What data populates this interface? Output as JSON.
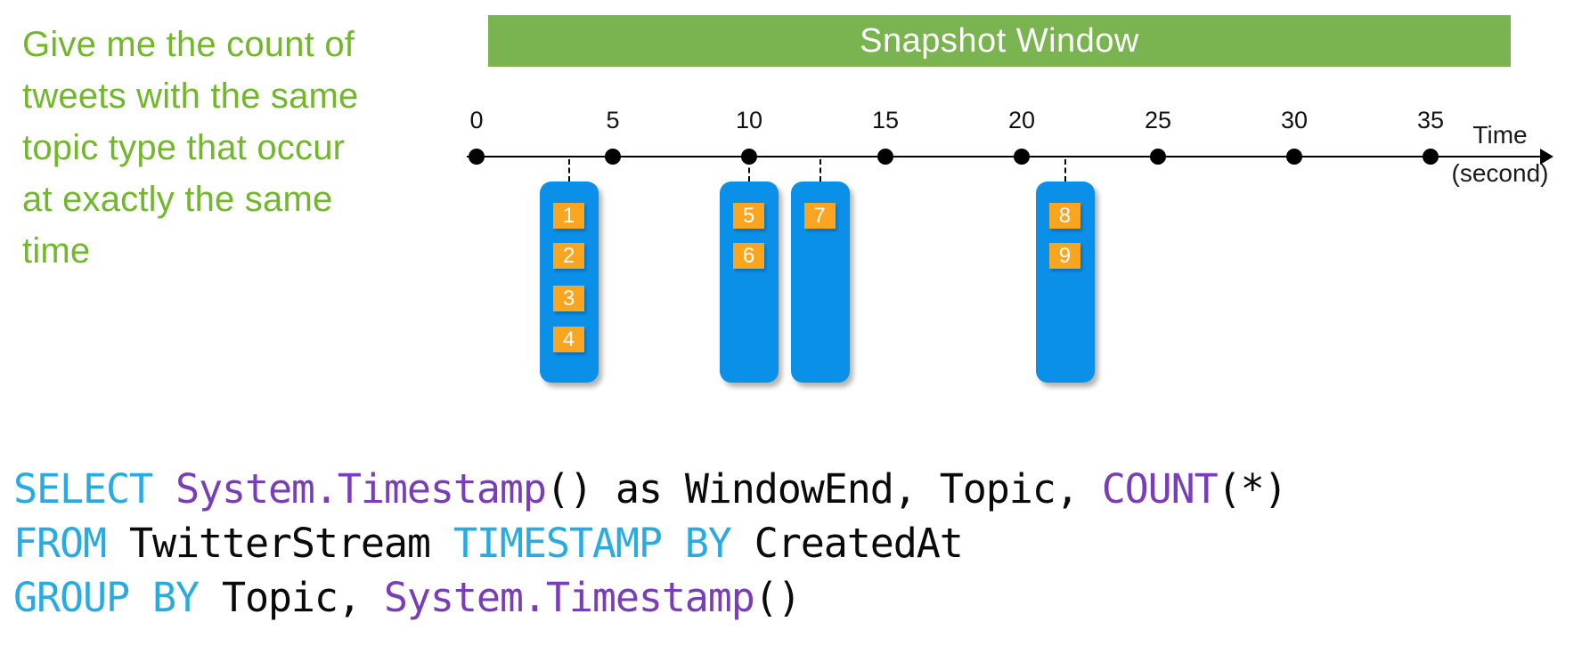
{
  "palette": {
    "prompt_green": "#72B72A",
    "banner_green": "#7AB450",
    "banner_text": "#FFFFFF",
    "event_blue": "#0B90E9",
    "badge_orange": "#F9A51F",
    "badge_text": "#FFFFFF",
    "axis_black": "#000000",
    "code_keyword_cyan": "#29ABE2",
    "code_function_purple": "#7A3DB8",
    "code_plain": "#0A0A0A"
  },
  "prompt": {
    "lines": [
      "Give me the count of",
      "tweets with the same",
      "topic type that occur",
      "at exactly the same",
      "time"
    ]
  },
  "banner": {
    "label": "Snapshot Window"
  },
  "timeline": {
    "tick_labels": [
      "0",
      "5",
      "10",
      "15",
      "20",
      "25",
      "30",
      "35"
    ],
    "tick_seconds": [
      0,
      5,
      10,
      15,
      20,
      25,
      30,
      35
    ],
    "axis_label_line1": "Time",
    "axis_label_line2": "(second)"
  },
  "events": {
    "groups": [
      {
        "name": "event-group-1",
        "time_sec": 3.4,
        "badges": [
          "1",
          "2",
          "3",
          "4"
        ]
      },
      {
        "name": "event-group-2",
        "time_sec": 10,
        "badges": [
          "5",
          "6"
        ]
      },
      {
        "name": "event-group-3",
        "time_sec": 12.6,
        "badges": [
          "7"
        ]
      },
      {
        "name": "event-group-4",
        "time_sec": 21.6,
        "badges": [
          "8",
          "9"
        ]
      }
    ]
  },
  "code": {
    "lines": [
      [
        {
          "text": "SELECT",
          "type": "keyword"
        },
        {
          "text": " ",
          "type": "plain"
        },
        {
          "text": "System.Timestamp",
          "type": "function"
        },
        {
          "text": "() as WindowEnd, Topic, ",
          "type": "plain"
        },
        {
          "text": "COUNT",
          "type": "function"
        },
        {
          "text": "(*)",
          "type": "plain"
        }
      ],
      [
        {
          "text": "FROM",
          "type": "keyword"
        },
        {
          "text": " TwitterStream ",
          "type": "plain"
        },
        {
          "text": "TIMESTAMP BY",
          "type": "keyword"
        },
        {
          "text": " CreatedAt",
          "type": "plain"
        }
      ],
      [
        {
          "text": "GROUP BY",
          "type": "keyword"
        },
        {
          "text": " Topic, ",
          "type": "plain"
        },
        {
          "text": "System.Timestamp",
          "type": "function"
        },
        {
          "text": "()",
          "type": "plain"
        }
      ]
    ]
  }
}
